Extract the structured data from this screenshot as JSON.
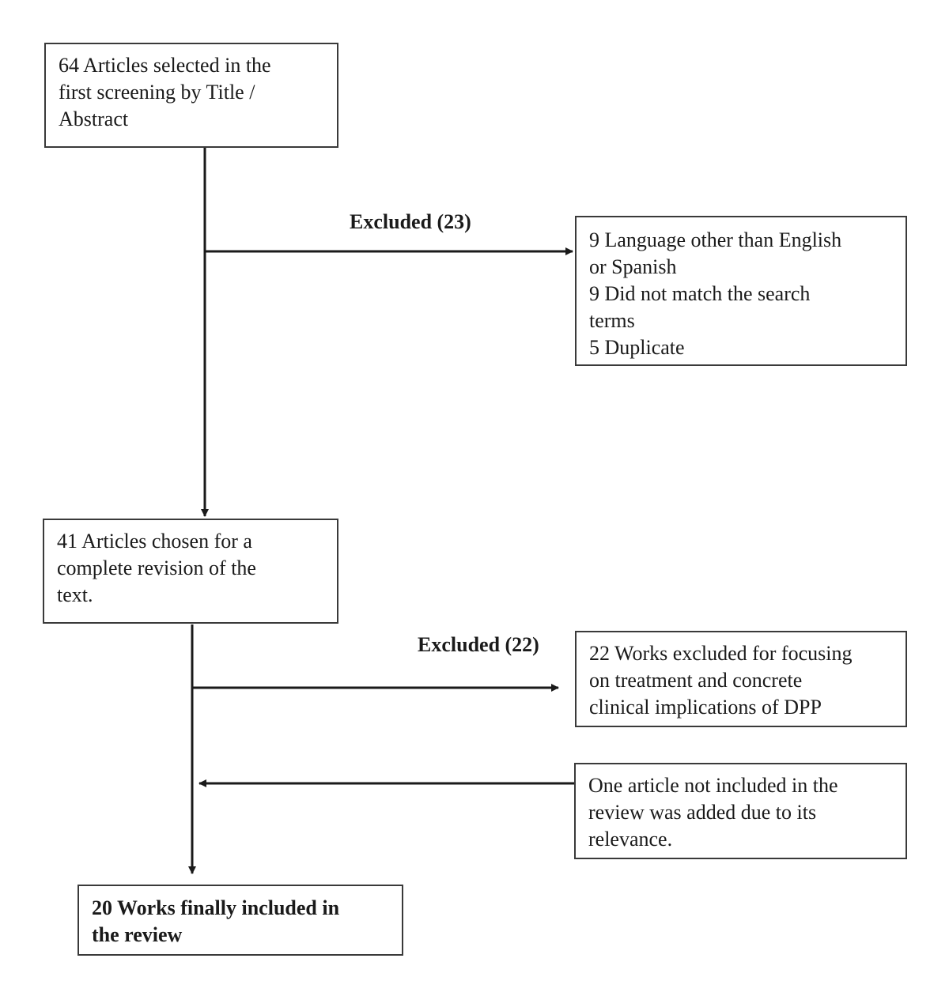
{
  "boxes": {
    "screening": {
      "lines": [
        "64 Articles selected in the",
        "first screening by Title /",
        "Abstract"
      ]
    },
    "excluded_first": {
      "lines": [
        "9 Language other than English",
        "or Spanish",
        "9 Did not match the search",
        "terms",
        "5 Duplicate"
      ]
    },
    "full_text": {
      "lines": [
        "41 Articles chosen for a",
        "complete revision of the",
        "text."
      ]
    },
    "excluded_second": {
      "lines": [
        "22 Works excluded for focusing",
        "on treatment and concrete",
        "clinical implications of DPP"
      ]
    },
    "added": {
      "lines": [
        "One article not included in the",
        "review was added due to its",
        "relevance."
      ]
    },
    "final": {
      "lines": [
        "20 Works finally included in",
        "the review"
      ]
    }
  },
  "labels": {
    "excluded_first": "Excluded (23)",
    "excluded_second": "Excluded (22)"
  }
}
